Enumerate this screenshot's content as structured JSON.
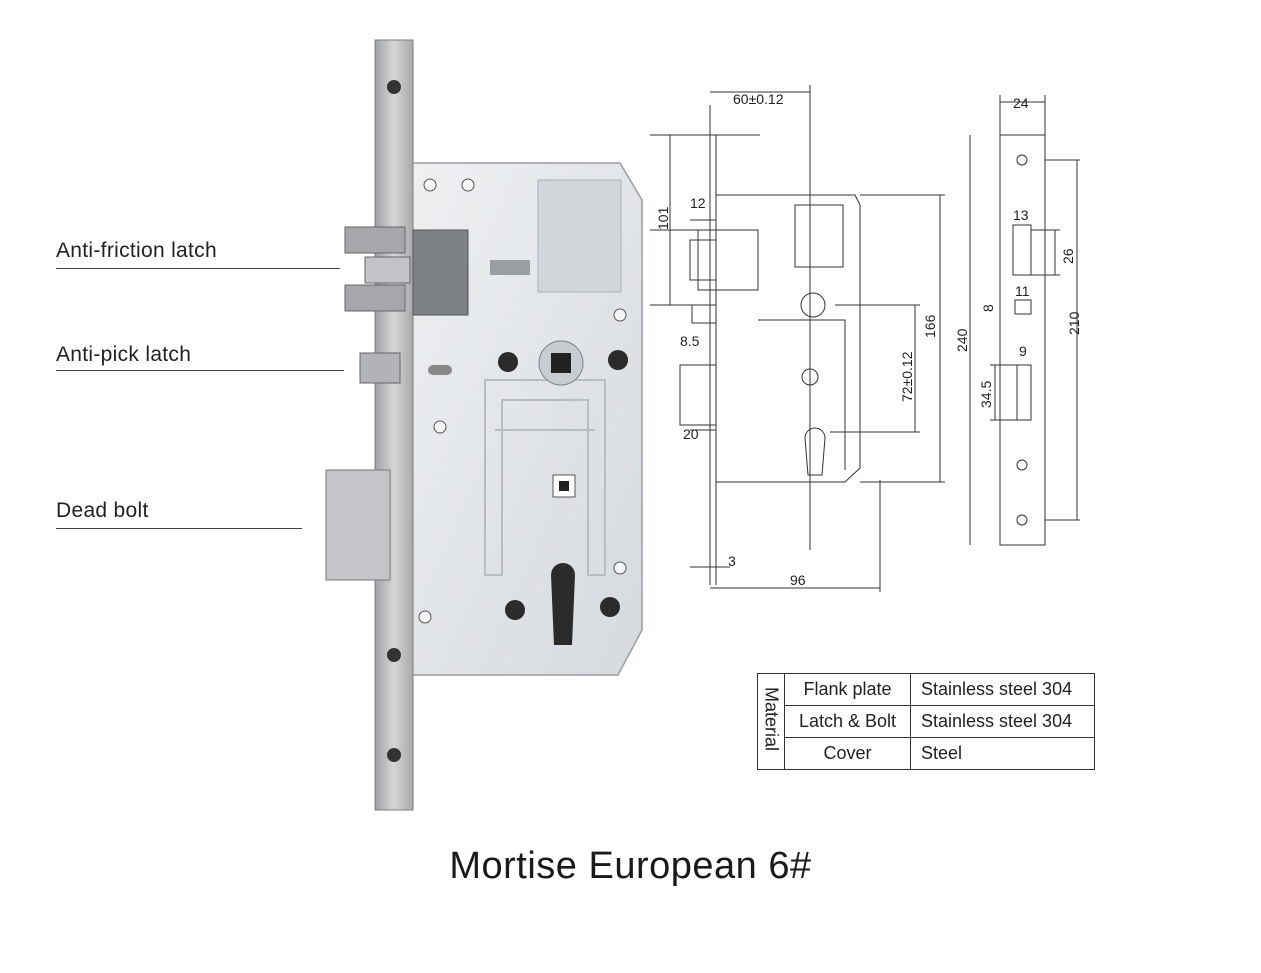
{
  "callouts": [
    {
      "label": "Anti-friction latch"
    },
    {
      "label": "Anti-pick latch"
    },
    {
      "label": "Dead bolt"
    }
  ],
  "dimensions": {
    "backset": "60±0.12",
    "latch_width": "12",
    "latch_height": "101",
    "offset_small": "8.5",
    "latch_depth": "20",
    "plate_thickness": "3",
    "case_width": "96",
    "center_distance": "72±0.12",
    "case_height": "166",
    "plate_length": "240",
    "plate_width": "24",
    "latch_slot_w": "13",
    "latch_slot_h": "26",
    "antipick_h": "8",
    "antipick_w": "11",
    "screw_distance": "210",
    "bolt_w": "9",
    "bolt_h": "34.5"
  },
  "material_table": {
    "header": "Material",
    "rows": [
      {
        "part": "Flank plate",
        "material": "Stainless steel 304"
      },
      {
        "part": "Latch & Bolt",
        "material": "Stainless steel 304"
      },
      {
        "part": "Cover",
        "material": "Steel"
      }
    ]
  },
  "title": "Mortise European 6#",
  "colors": {
    "plate": "#b8b9bb",
    "case": "#e4e6e9",
    "line": "#333333"
  }
}
